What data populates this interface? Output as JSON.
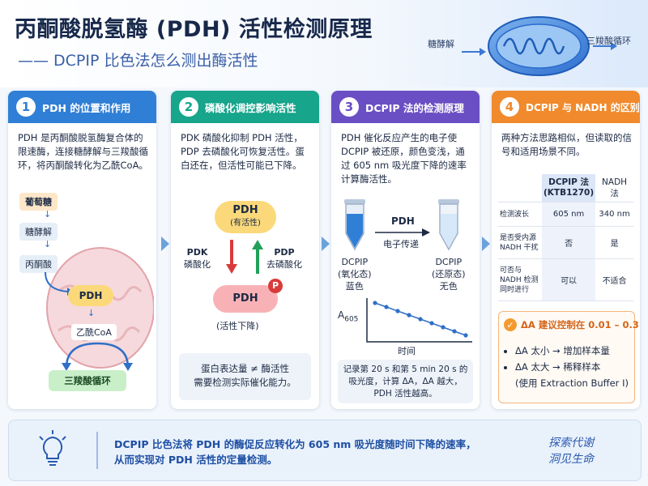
{
  "header": {
    "title": "丙酮酸脱氢酶 (PDH) 活性检测原理",
    "subtitle": "—— DCPIP 比色法怎么测出酶活性",
    "label_left": "糖酵解",
    "label_right": "三羧酸循环"
  },
  "cards": [
    {
      "num": "1",
      "title": "PDH 的位置和作用",
      "text": "PDH 是丙酮酸脱氢酶复合体的限速酶，连接糖酵解与三羧酸循环，将丙酮酸转化为乙酰CoA。",
      "flow": [
        "葡萄糖",
        "糖酵解",
        "丙酮酸"
      ],
      "pdh": "PDH",
      "product": "乙酰CoA",
      "cycle": "三羧酸循环"
    },
    {
      "num": "2",
      "title": "磷酸化调控影响活性",
      "text": "PDK 磷酸化抑制 PDH 活性，PDP 去磷酸化可恢复活性。蛋白还在，但活性可能已下降。",
      "active_name": "PDH",
      "active_state": "(有活性)",
      "pdk_name": "PDK",
      "pdk_action": "磷酸化",
      "pdp_name": "PDP",
      "pdp_action": "去磷酸化",
      "inactive_name": "PDH",
      "phospho": "P",
      "inactive_state": "(活性下降)",
      "note": "蛋白表达量 ≠ 酶活性\n需要检测实际催化能力。"
    },
    {
      "num": "3",
      "title": "DCPIP 法的检测原理",
      "text": "PDH 催化反应产生的电子使 DCPIP 被还原，颜色变浅，通过 605 nm 吸光度下降的速率计算酶活性。",
      "enzyme": "PDH",
      "transfer": "电子传递",
      "left_tube": "DCPIP\n(氧化态)\n蓝色",
      "right_tube": "DCPIP\n(还原态)\n无色",
      "y_axis": "A",
      "y_sub": "605",
      "x_axis": "时间",
      "points": [
        0,
        0.08,
        0.16,
        0.24,
        0.32,
        0.4,
        0.48,
        0.56,
        0.64
      ],
      "note": "记录第 20 s 和第 5 min 20 s 的吸光度，计算 ΔA，ΔA 越大，PDH 活性越高。"
    },
    {
      "num": "4",
      "title": "DCPIP 与 NADH 的区别",
      "text": "两种方法思路相似，但读取的信号和适用场景不同。",
      "table": {
        "headers": [
          "",
          "DCPIP 法\n(KTB1270)",
          "NADH 法"
        ],
        "rows": [
          [
            "检测波长",
            "605 nm",
            "340 nm"
          ],
          [
            "是否受内源\nNADH 干扰",
            "否",
            "是"
          ],
          [
            "可否与\nNADH 检测\n同时进行",
            "可以",
            "不适合"
          ]
        ]
      },
      "warn_title": "ΔA 建议控制在 0.01 – 0.3",
      "warn_items": [
        "ΔA 太小 → 增加样本量",
        "ΔA 太大 → 稀释样本",
        "(使用 Extraction Buffer I)"
      ]
    }
  ],
  "footer": {
    "text": "DCPIP 比色法将 PDH 的酶促反应转化为 605 nm 吸光度随时间下降的速率，\n从而实现对 PDH 活性的定量检测。",
    "signature": "探索代谢\n洞见生命"
  },
  "colors": {
    "card1": "#2f7fd6",
    "card2": "#17a58c",
    "card3": "#6a4fc4",
    "card4": "#f08a2c",
    "inhibit": "#d93b3b",
    "restore": "#22a05a"
  }
}
